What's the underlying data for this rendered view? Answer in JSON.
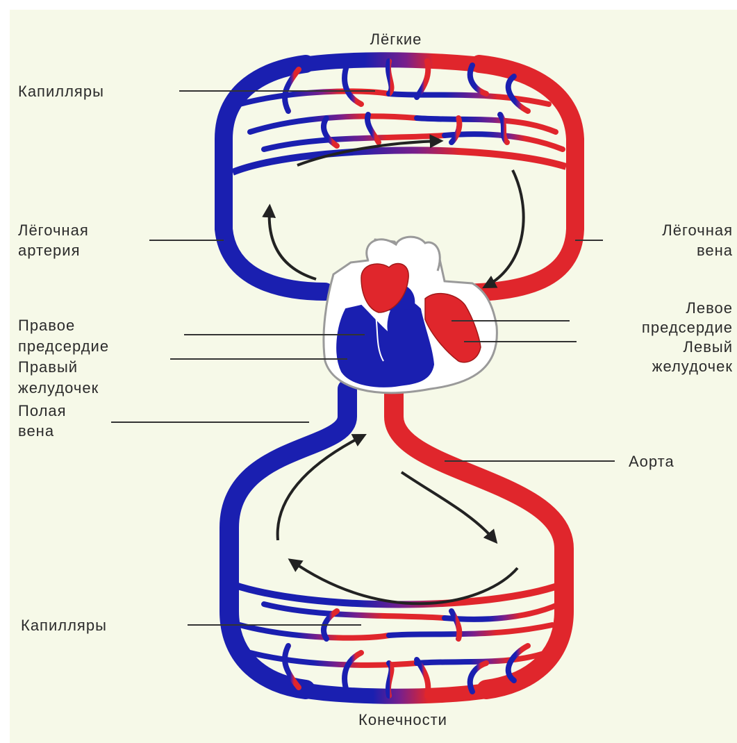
{
  "labels": {
    "lungs": "Лёгкие",
    "capillaries_top": "Капилляры",
    "pulmonary_artery_1": "Лёгочная",
    "pulmonary_artery_2": "артерия",
    "pulmonary_vein_1": "Лёгочная",
    "pulmonary_vein_2": "вена",
    "right_atrium_1": "Правое",
    "right_atrium_2": "предсердие",
    "right_ventricle_1": "Правый",
    "right_ventricle_2": "желудочек",
    "vena_cava_1": "Полая",
    "vena_cava_2": "вена",
    "left_atrium_1": "Левое",
    "left_atrium_2": "предсердие",
    "left_ventricle_1": "Левый",
    "left_ventricle_2": "желудочек",
    "aorta": "Аорта",
    "capillaries_bottom": "Капилляры",
    "limbs": "Конечности"
  },
  "colors": {
    "venous_blood": "#1a1fb0",
    "arterial_blood": "#e0262c",
    "background": "#f6f9e8",
    "leader_lines": "#333333",
    "flow_arrows": "#222222",
    "heart_outline": "#9a9a9a"
  }
}
